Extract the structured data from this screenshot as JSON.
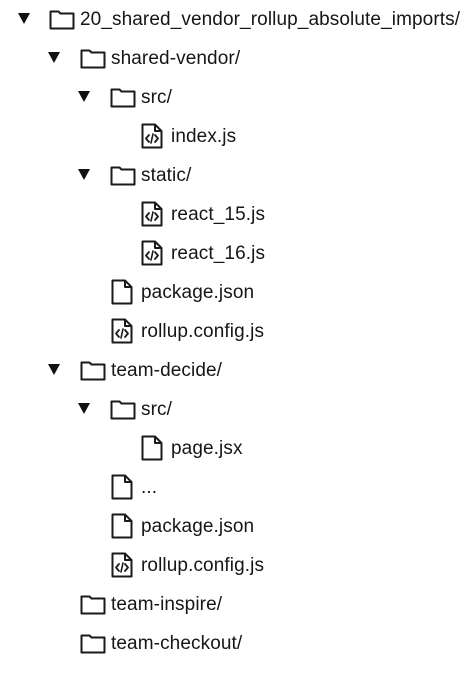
{
  "file_tree": {
    "root": {
      "label": "20_shared_vendor_rollup_absolute_imports/",
      "icon": "folder-icon"
    },
    "shared_vendor": {
      "label": "shared-vendor/",
      "icon": "folder-icon",
      "src": {
        "label": "src/",
        "icon": "folder-icon",
        "files": [
          {
            "label": "index.js",
            "icon": "code-file-icon"
          }
        ]
      },
      "static": {
        "label": "static/",
        "icon": "folder-icon",
        "files": [
          {
            "label": "react_15.js",
            "icon": "code-file-icon"
          },
          {
            "label": "react_16.js",
            "icon": "code-file-icon"
          }
        ]
      },
      "files": [
        {
          "label": "package.json",
          "icon": "file-icon"
        },
        {
          "label": "rollup.config.js",
          "icon": "code-file-icon"
        }
      ]
    },
    "team_decide": {
      "label": "team-decide/",
      "icon": "folder-icon",
      "src": {
        "label": "src/",
        "icon": "folder-icon",
        "files": [
          {
            "label": "page.jsx",
            "icon": "file-icon"
          }
        ]
      },
      "files": [
        {
          "label": "...",
          "icon": "file-icon"
        },
        {
          "label": "package.json",
          "icon": "file-icon"
        },
        {
          "label": "rollup.config.js",
          "icon": "code-file-icon"
        }
      ]
    },
    "team_inspire": {
      "label": "team-inspire/",
      "icon": "folder-icon"
    },
    "team_checkout": {
      "label": "team-checkout/",
      "icon": "folder-icon"
    }
  }
}
